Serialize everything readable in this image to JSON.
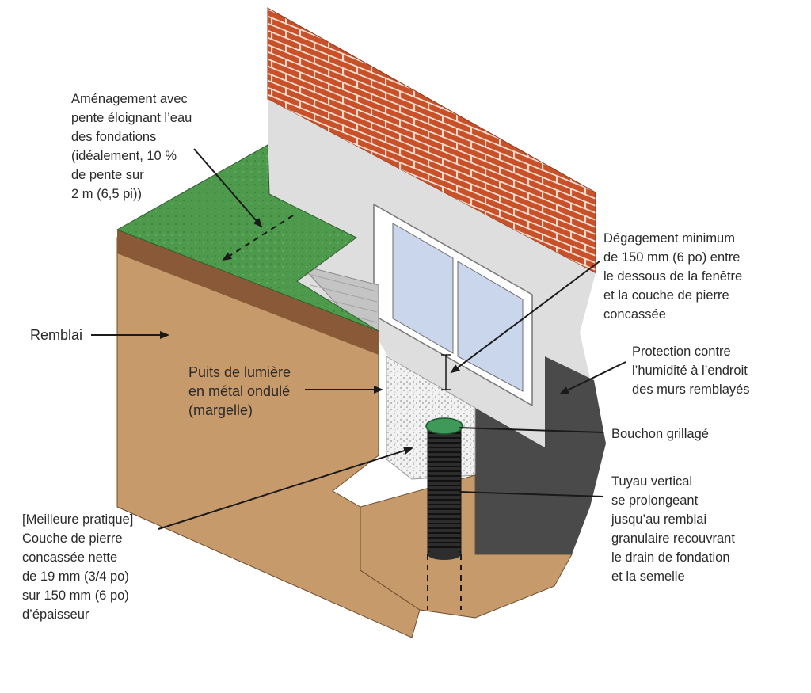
{
  "labels": {
    "landscaping": "Aménagement avec\npente éloignant l’eau\ndes fondations\n(idéalement, 10 %\nde pente sur\n2 m (6,5 pi))",
    "backfill": "Remblai",
    "window_well": "Puits de lumière\nen métal ondulé\n(margelle)",
    "best_practice": "[Meilleure pratique]\nCouche de pierre\nconcassée nette\nde 19 mm (3/4 po)\nsur 150 mm (6 po)\nd’épaisseur",
    "clearance": "Dégagement minimum\nde 150 mm (6 po) entre\nle dessous de la fenêtre\net la couche de pierre\nconcassée",
    "dampproofing": "Protection contre\nl’humidité à l’endroit\ndes murs remblayés",
    "grated_cap": "Bouchon grillagé",
    "vertical_pipe": "Tuyau vertical\nse prolongeant\njusqu’au remblai\ngranulaire recouvrant\nle drain de fondation\net la semelle"
  },
  "colors": {
    "brick": "#c8512a",
    "mortar": "#f0ddd0",
    "wall": "#dedede",
    "soil": "#c69a6b",
    "grass": "#4e9a4c",
    "topsoil": "#8a5a38",
    "dampproofing": "#4a4a4a",
    "gravel": "#efefef",
    "pipe": "#2a2a2a",
    "cap": "#3f9a5a",
    "window_glass": "#c9d6ec"
  }
}
